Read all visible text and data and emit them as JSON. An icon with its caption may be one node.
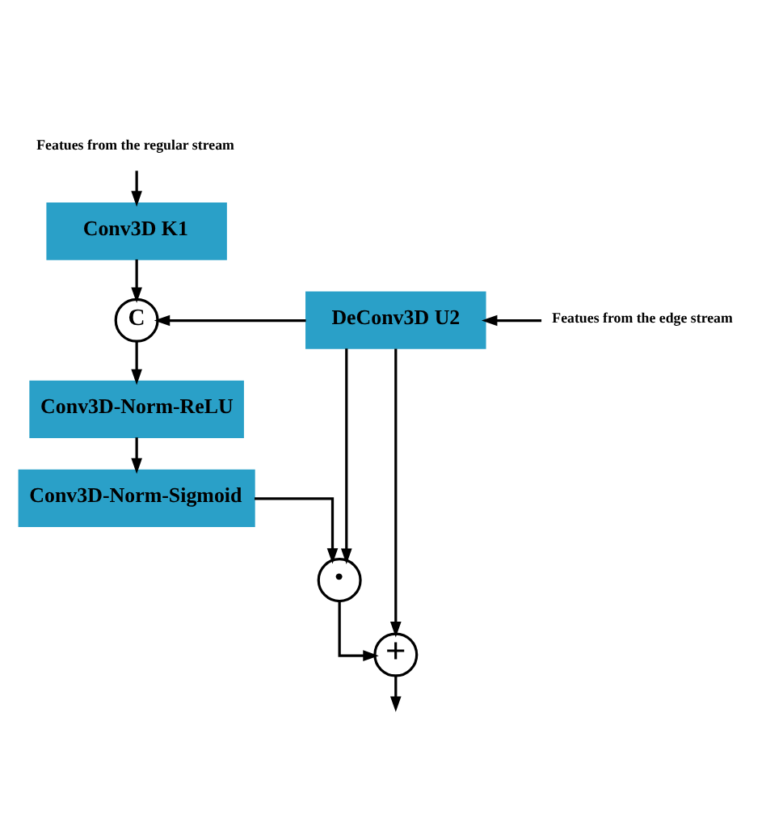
{
  "diagram": {
    "nodes": [
      {
        "text": [
          "Featues from the regular stream"
        ]
      },
      {
        "text": [
          "Conv3D K1"
        ]
      },
      {
        "text": [
          "C"
        ]
      },
      {
        "text": [
          "DeConv3D U2"
        ]
      },
      {
        "text": [
          "Featues from the edge stream"
        ]
      },
      {
        "text": [
          "Conv3D-Norm-ReLU"
        ]
      },
      {
        "text": [
          "Conv3D-Norm-Sigmoid"
        ]
      },
      {
        "text": [
          "•"
        ]
      },
      {
        "text": [
          "+"
        ]
      }
    ],
    "edges": [
      {
        "from": 0,
        "to": 1,
        "arrow": "to"
      },
      {
        "from": 1,
        "to": 2,
        "arrow": "to"
      },
      {
        "from": 3,
        "to": 2,
        "arrow": "to"
      },
      {
        "from": 4,
        "to": 3,
        "arrow": "to"
      },
      {
        "from": 2,
        "to": 5,
        "arrow": "to"
      },
      {
        "from": 5,
        "to": 6,
        "arrow": "to"
      },
      {
        "from": 6,
        "to": 7,
        "arrow": "to"
      },
      {
        "from": 3,
        "to": 7,
        "arrow": "to"
      },
      {
        "from": 3,
        "to": 8,
        "arrow": "to"
      },
      {
        "from": 7,
        "to": 8,
        "arrow": "to"
      },
      {
        "from": 8,
        "to": null,
        "arrow": "to"
      }
    ]
  }
}
